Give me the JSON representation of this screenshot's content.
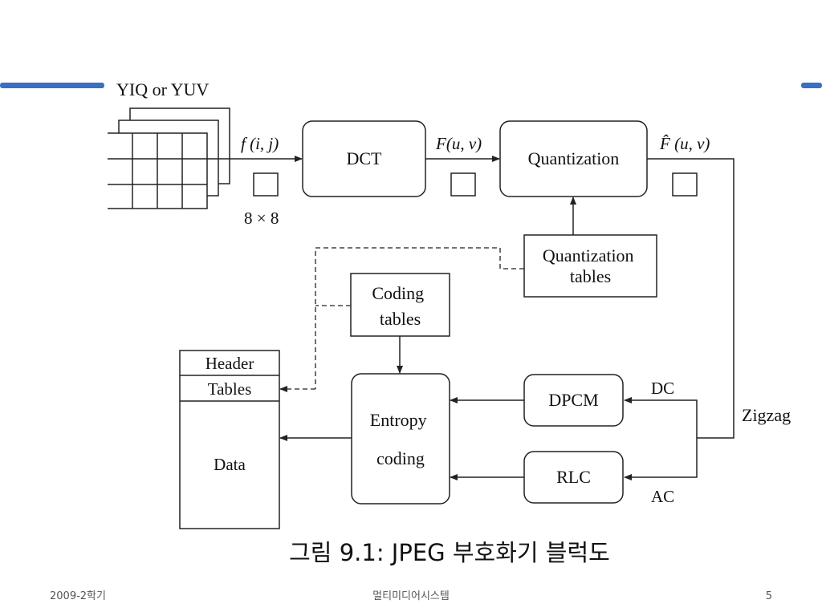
{
  "slide": {
    "accent_color": "#3a6fc4",
    "caption": "그림 9.1: JPEG 부호화기 블럭도",
    "footer": {
      "left": "2009-2학기",
      "center": "멀티미디어시스템",
      "right": "5"
    }
  },
  "diagram": {
    "input_label": "YIQ or YUV",
    "block_size_label": "8 × 8",
    "signal_f": "f (i, j)",
    "signal_F": "F(u, v)",
    "signal_Fhat": "F̂ (u, v)",
    "dct": "DCT",
    "quantization": "Quantization",
    "quant_tables": [
      "Quantization",
      "tables"
    ],
    "coding_tables": [
      "Coding",
      "tables"
    ],
    "entropy_coding": [
      "Entropy",
      "coding"
    ],
    "dpcm": "DPCM",
    "rlc": "RLC",
    "dc": "DC",
    "ac": "AC",
    "zigzag": "Zigzag",
    "output_header": "Header",
    "output_tables": "Tables",
    "output_data": "Data"
  }
}
